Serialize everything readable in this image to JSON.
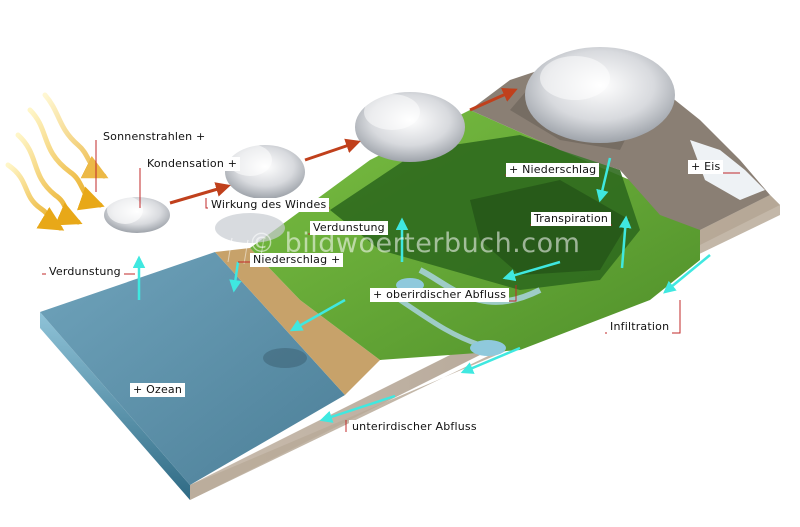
{
  "watermark": "© bildwoerterbuch.com",
  "labels": {
    "sonnenstrahlen": "Sonnenstrahlen +",
    "kondensation": "Kondensation +",
    "wirkung_des_windes": "Wirkung des Windes",
    "verdunstung_ocean": "Verdunstung",
    "verdunstung_land": "Verdunstung",
    "niederschlag_coast": "Niederschlag +",
    "niederschlag_mountain": "+ Niederschlag",
    "eis": "+ Eis",
    "transpiration": "Transpiration",
    "oberirdischer_abfluss": "+ oberirdischer Abfluss",
    "infiltration": "Infiltration",
    "ozean": "+ Ozean",
    "unterirdischer_abfluss": "unterirdischer Abfluss"
  },
  "colors": {
    "sea": "#5a8fa8",
    "sea_deep": "#3f6f88",
    "grass": "#5fa32e",
    "forest": "#2f6a1e",
    "rock": "#8a7f74",
    "soil": "#bfb2a3",
    "beach": "#c7a26a",
    "flow_arrow": "#3fe8e0",
    "wind_arrow": "#c0401c",
    "sun": "#e8b020",
    "leader": "#c0282a"
  }
}
